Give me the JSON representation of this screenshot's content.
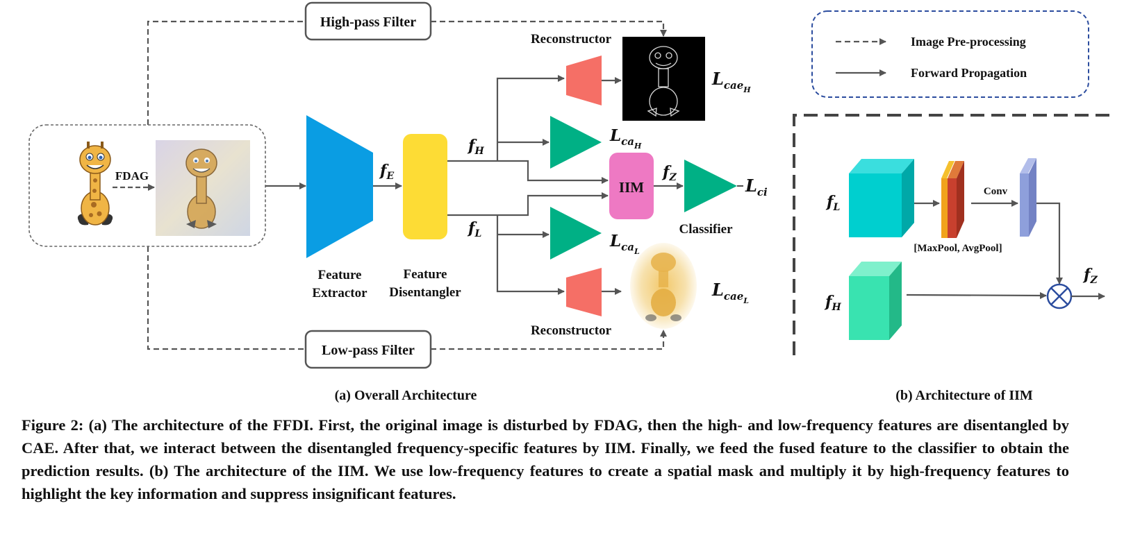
{
  "labels": {
    "high_pass": "High-pass Filter",
    "low_pass": "Low-pass Filter",
    "fdag": "FDAG",
    "reconstructor_top": "Reconstructor",
    "reconstructor_bottom": "Reconstructor",
    "feature_extractor_1": "Feature",
    "feature_extractor_2": "Extractor",
    "feature_disentangler_1": "Feature",
    "feature_disentangler_2": "Disentangler",
    "iim": "IIM",
    "classifier": "Classifier",
    "pool": "[MaxPool, AvgPool]",
    "conv": "Conv"
  },
  "math": {
    "fE": {
      "base": "f",
      "sub": "E"
    },
    "fH": {
      "base": "f",
      "sub": "H"
    },
    "fL": {
      "base": "f",
      "sub": "L"
    },
    "fZ": {
      "base": "f",
      "sub": "Z"
    },
    "caeH": {
      "base": "L",
      "sub": "cae",
      "subsub": "H"
    },
    "caeL": {
      "base": "L",
      "sub": "cae",
      "subsub": "L"
    },
    "caH": {
      "base": "L",
      "sub": "ca",
      "subsub": "H"
    },
    "caL": {
      "base": "L",
      "sub": "ca",
      "subsub": "L"
    },
    "ci": {
      "base": "L",
      "sub": "ci"
    },
    "iim_fL": {
      "base": "f",
      "sub": "L"
    },
    "iim_fH": {
      "base": "f",
      "sub": "H"
    },
    "iim_fZ": {
      "base": "f",
      "sub": "Z"
    }
  },
  "legend": {
    "dashed": "Image Pre-processing",
    "solid": "Forward Propagation"
  },
  "subcaptions": {
    "a": "(a) Overall Architecture",
    "b": "(b) Architecture of IIM"
  },
  "caption": "Figure 2: (a) The architecture of the FFDI. First, the original image is disturbed by FDAG, then the high- and low-frequency features are disentangled by CAE. After that, we interact between the disentangled frequency-specific features by IIM. Finally, we feed the fused feature to the classifier to obtain the prediction results. (b) The architecture of the IIM. We use low-frequency features to create a spatial mask and multiply it by high-frequency features to highlight the key information and suppress insignificant features.",
  "colors": {
    "extractor": "#0a9de3",
    "disentangler": "#fddc35",
    "reconstructor": "#f56f66",
    "classifier": "#00b085",
    "iim": "#ee79c3",
    "cube_fL": "#00cfcf",
    "cube_fH": "#39e3b0",
    "pool_orange": "#f1a31c",
    "pool_red": "#c8402e",
    "conv_out": "#8e9fdb",
    "legend_border": "#2b4c9e"
  }
}
